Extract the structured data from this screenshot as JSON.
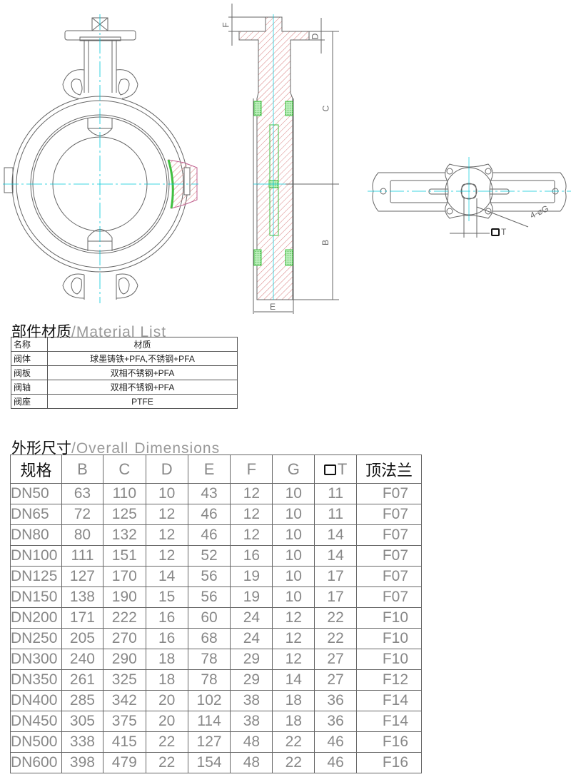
{
  "drawing": {
    "side_labels": {
      "F": "F",
      "D": "D",
      "C": "C",
      "B": "B",
      "E": "E"
    },
    "top_labels": {
      "holes": "4-⌀G",
      "T": "T"
    }
  },
  "material": {
    "title_cn": "部件材质",
    "title_en": "/Material List",
    "header": [
      "名称",
      "材质"
    ],
    "rows": [
      [
        "阀体",
        "球墨铸铁+PFA,不锈钢+PFA"
      ],
      [
        "阀板",
        "双相不锈钢+PFA"
      ],
      [
        "阀轴",
        "双相不锈钢+PFA"
      ],
      [
        "阀座",
        "PTFE"
      ]
    ]
  },
  "dimensions": {
    "title_cn": "外形尺寸",
    "title_en": "/Overall",
    "title_en2": "Dimensions",
    "header": [
      "规格",
      "B",
      "C",
      "D",
      "E",
      "F",
      "G",
      "T",
      "顶法兰"
    ],
    "rows": [
      [
        "DN50",
        "63",
        "110",
        "10",
        "43",
        "12",
        "10",
        "11",
        "F07"
      ],
      [
        "DN65",
        "72",
        "125",
        "12",
        "46",
        "12",
        "10",
        "11",
        "F07"
      ],
      [
        "DN80",
        "80",
        "132",
        "12",
        "46",
        "12",
        "10",
        "14",
        "F07"
      ],
      [
        "DN100",
        "111",
        "151",
        "12",
        "52",
        "16",
        "10",
        "14",
        "F07"
      ],
      [
        "DN125",
        "127",
        "170",
        "14",
        "56",
        "19",
        "10",
        "17",
        "F07"
      ],
      [
        "DN150",
        "138",
        "190",
        "15",
        "56",
        "19",
        "10",
        "17",
        "F07"
      ],
      [
        "DN200",
        "171",
        "222",
        "16",
        "60",
        "24",
        "12",
        "22",
        "F10"
      ],
      [
        "DN250",
        "205",
        "270",
        "16",
        "68",
        "24",
        "12",
        "22",
        "F10"
      ],
      [
        "DN300",
        "240",
        "290",
        "18",
        "78",
        "29",
        "12",
        "27",
        "F10"
      ],
      [
        "DN350",
        "261",
        "325",
        "18",
        "78",
        "29",
        "14",
        "27",
        "F12"
      ],
      [
        "DN400",
        "285",
        "342",
        "20",
        "102",
        "38",
        "18",
        "36",
        "F14"
      ],
      [
        "DN450",
        "305",
        "375",
        "20",
        "114",
        "38",
        "18",
        "36",
        "F14"
      ],
      [
        "DN500",
        "338",
        "415",
        "22",
        "127",
        "48",
        "22",
        "46",
        "F16"
      ],
      [
        "DN600",
        "398",
        "479",
        "22",
        "154",
        "48",
        "22",
        "46",
        "F16"
      ]
    ]
  },
  "colors": {
    "line": "#555555",
    "center": "#00c8d8",
    "hatch": "#d88080",
    "seat": "#40c040"
  }
}
